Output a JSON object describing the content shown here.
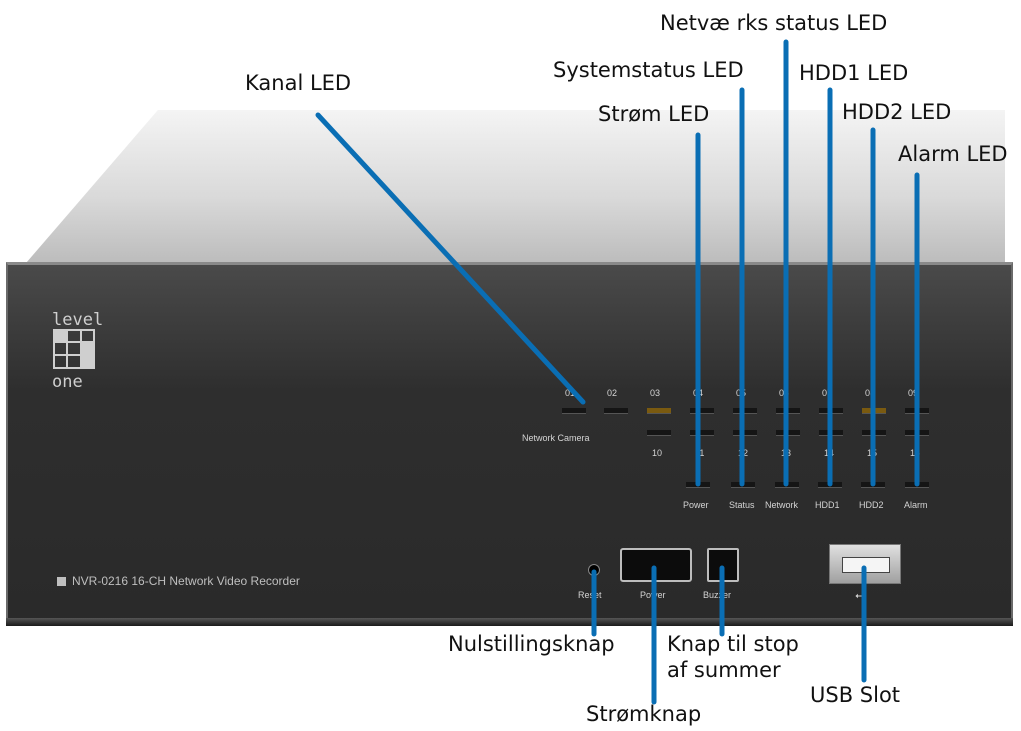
{
  "callouts": {
    "network_status_led": "Netvæ rks status LED",
    "kanal_led": "Kanal LED",
    "systemstatus_led": "Systemstatus LED",
    "hdd1_led": "HDD1 LED",
    "strom_led": "Strøm LED",
    "hdd2_led": "HDD2 LED",
    "alarm_led": "Alarm LED",
    "nulstillingsknap": "Nulstillingsknap",
    "knap_stop_line1": "Knap til stop",
    "knap_stop_line2": "af summer",
    "usb_slot": "USB Slot",
    "stromknap": "Strømknap"
  },
  "device": {
    "logo_top": "level",
    "logo_bottom": "one",
    "model": "NVR-0216   16-CH Network Video Recorder",
    "channels_row1": [
      "01",
      "02",
      "03",
      "04",
      "05",
      "06",
      "07",
      "08",
      "09"
    ],
    "channels_row2": [
      "10",
      "11",
      "12",
      "13",
      "14",
      "15",
      "16"
    ],
    "network_camera_label": "Network Camera",
    "status_labels": [
      "Power",
      "Status",
      "Network",
      "HDD1",
      "HDD2",
      "Alarm"
    ],
    "reset_label": "Reset",
    "power_label": "Power",
    "buzzer_label": "Buzzer"
  },
  "colors": {
    "callout_line": "#0a6eb4",
    "panel": "#2e2e2e"
  }
}
